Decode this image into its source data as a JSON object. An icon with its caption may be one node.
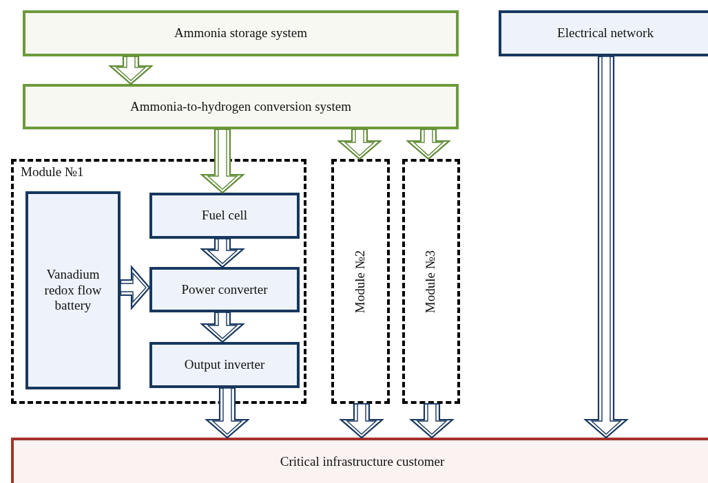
{
  "diagram": {
    "nodes": [
      {
        "text": [
          "Ammonia storage system"
        ]
      },
      {
        "text": [
          "Ammonia-to-hydrogen conversion system"
        ]
      },
      {
        "text": [
          "Electrical network"
        ]
      },
      {
        "text": [
          "Module №1"
        ]
      },
      {
        "text": [
          "Vanadium redox flow battery"
        ],
        "in": 3
      },
      {
        "text": [
          "Fuel cell"
        ],
        "in": 3
      },
      {
        "text": [
          "Power converter"
        ],
        "in": 3
      },
      {
        "text": [
          "Output inverter"
        ],
        "in": 3
      },
      {
        "text": [
          "Module №2"
        ]
      },
      {
        "text": [
          "Module №3"
        ]
      },
      {
        "text": [
          "Critical infrastructure customer"
        ]
      }
    ],
    "edges": [
      {
        "from": 0,
        "to": 1,
        "arrow": "to",
        "color": "#5e8a33"
      },
      {
        "from": 1,
        "to": 5,
        "arrow": "to",
        "color": "#5e8a33"
      },
      {
        "from": 1,
        "to": 8,
        "arrow": "to",
        "color": "#5e8a33"
      },
      {
        "from": 1,
        "to": 9,
        "arrow": "to",
        "color": "#5e8a33"
      },
      {
        "from": 5,
        "to": 6,
        "arrow": "to"
      },
      {
        "from": 4,
        "to": 6,
        "arrow": "to"
      },
      {
        "from": 6,
        "to": 7,
        "arrow": "to"
      },
      {
        "from": 7,
        "to": 10,
        "arrow": "to"
      },
      {
        "from": 8,
        "to": 10,
        "arrow": "to"
      },
      {
        "from": 9,
        "to": 10,
        "arrow": "to"
      },
      {
        "from": 2,
        "to": 10,
        "arrow": "to"
      }
    ]
  }
}
